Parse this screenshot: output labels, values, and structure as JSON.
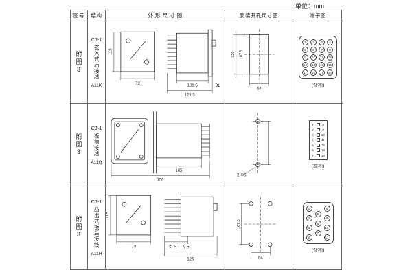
{
  "unit_label": "单位：mm",
  "headers": {
    "fig": "图号",
    "structure": "结构",
    "outline": "外 形 尺 寸 图",
    "install": "安装开孔尺寸图",
    "terminal": "端子图"
  },
  "rows": [
    {
      "fig": "附图3",
      "model": "CJ-1",
      "structure": "嵌入式后接线",
      "code": "A11K",
      "outline": {
        "h": "115",
        "w": "72",
        "d1": "100.5",
        "d2": "121.5",
        "d3": "31"
      },
      "install": {
        "v1": "107.5",
        "v2": "120",
        "h1": "64"
      },
      "terminal": {
        "label": "(背视)",
        "layout": "grid",
        "cols": 4,
        "rows": 5,
        "start": 1
      }
    },
    {
      "fig": "附图3",
      "model": "CJ-1",
      "structure": "板前接线",
      "code": "A11Q",
      "outline": {
        "d1": "105",
        "d2": "156"
      },
      "install": {
        "holes": "2-Φ5"
      },
      "terminal": {
        "label": "(前视)",
        "layout": "strip",
        "rows": 7
      }
    },
    {
      "fig": "附图3",
      "model": "CJ-1",
      "structure": "凸出式板后接线",
      "code": "A11H",
      "outline": {
        "h": "115",
        "w": "72",
        "d1": "31.5",
        "d2": "9.5",
        "d3": "126"
      },
      "install": {
        "v1": "107.5",
        "h1": "64"
      },
      "terminal": {
        "label": "(背视)",
        "layout": "staggered",
        "cols": [
          4,
          3,
          4
        ]
      }
    }
  ]
}
